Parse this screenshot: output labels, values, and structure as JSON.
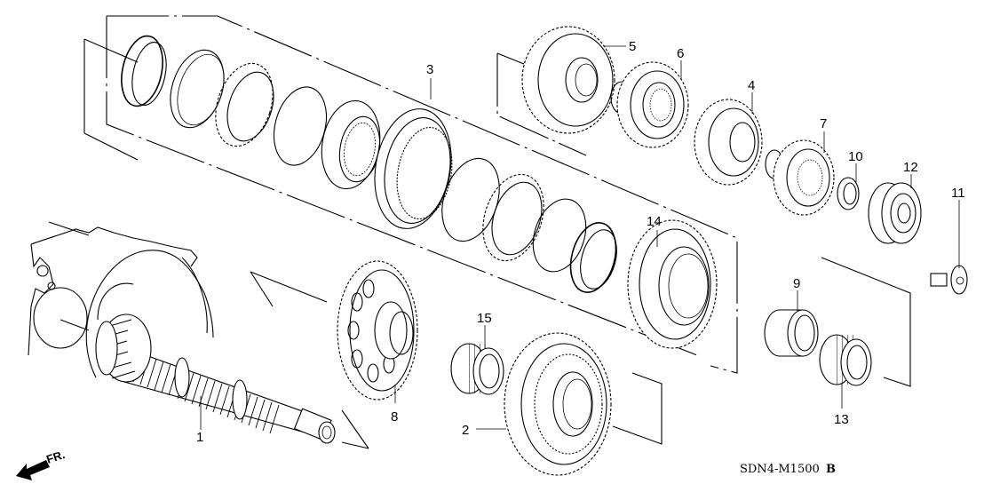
{
  "diagram": {
    "title": "Transmission countershaft / mainshaft exploded view",
    "drawing_code": "SDN4-M1500",
    "drawing_code_suffix": "B",
    "direction_marker": "FR.",
    "callouts": [
      {
        "id": "1",
        "label": "1",
        "part": "mainshaft"
      },
      {
        "id": "2",
        "label": "2",
        "part": "helical gear with synchro teeth"
      },
      {
        "id": "3",
        "label": "3",
        "part": "synchronizer assembly (box)"
      },
      {
        "id": "4",
        "label": "4",
        "part": "helical gear"
      },
      {
        "id": "5",
        "label": "5",
        "part": "helical gear"
      },
      {
        "id": "6",
        "label": "6",
        "part": "helical gear"
      },
      {
        "id": "7",
        "label": "7",
        "part": "helical gear"
      },
      {
        "id": "8",
        "label": "8",
        "part": "large spur gear with lightening holes"
      },
      {
        "id": "9",
        "label": "9",
        "part": "collar"
      },
      {
        "id": "10",
        "label": "10",
        "part": "washer"
      },
      {
        "id": "11",
        "label": "11",
        "part": "bolt"
      },
      {
        "id": "12",
        "label": "12",
        "part": "ball bearing"
      },
      {
        "id": "13",
        "label": "13",
        "part": "needle bearing"
      },
      {
        "id": "14",
        "label": "14",
        "part": "helical gear"
      },
      {
        "id": "15",
        "label": "15",
        "part": "needle bearing"
      }
    ]
  }
}
